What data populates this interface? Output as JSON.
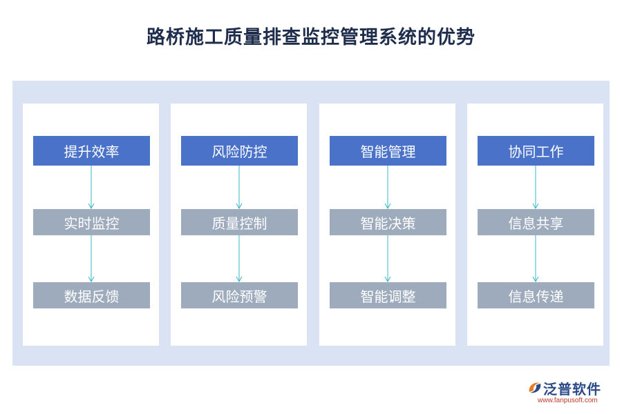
{
  "title": "路桥施工质量排查监控管理系统的优势",
  "columns": [
    {
      "head": "提升效率",
      "steps": [
        "实时监控",
        "数据反馈"
      ]
    },
    {
      "head": "风险防控",
      "steps": [
        "质量控制",
        "风险预警"
      ]
    },
    {
      "head": "智能管理",
      "steps": [
        "智能决策",
        "智能调整"
      ]
    },
    {
      "head": "协同工作",
      "steps": [
        "信息共享",
        "信息传递"
      ]
    }
  ],
  "logo": {
    "name": "泛普软件",
    "url": "www.fanpusoft.com"
  },
  "colors": {
    "head": "#4a72c8",
    "step": "#9eabbd",
    "panel": "#dae3f4",
    "arrow": "#35b6c4"
  }
}
